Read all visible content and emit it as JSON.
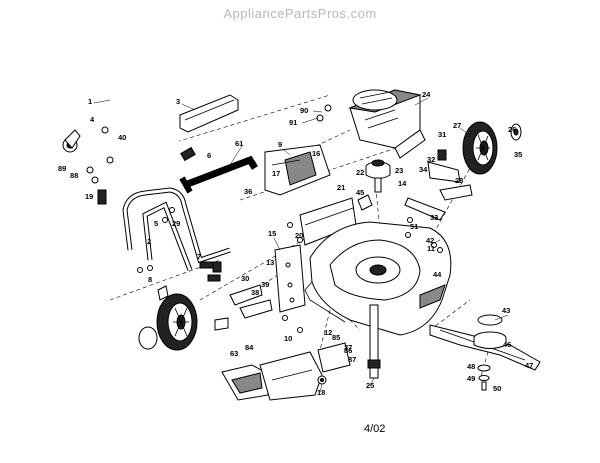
{
  "watermark": "AppliancePartsPros.com",
  "date_code": "4/02",
  "part_labels": [
    "1",
    "2",
    "3",
    "4",
    "5",
    "6",
    "7",
    "8",
    "9",
    "10",
    "11",
    "12",
    "13",
    "14",
    "15",
    "16",
    "17",
    "18",
    "19",
    "20",
    "21",
    "22",
    "23",
    "24",
    "25",
    "26",
    "27",
    "28",
    "29",
    "30",
    "31",
    "32",
    "33",
    "34",
    "35",
    "36",
    "37",
    "38",
    "39",
    "40",
    "42",
    "43",
    "44",
    "45",
    "46",
    "47",
    "48",
    "49",
    "50",
    "51",
    "61",
    "63",
    "84",
    "85",
    "86",
    "87",
    "88",
    "89",
    "90",
    "91"
  ]
}
